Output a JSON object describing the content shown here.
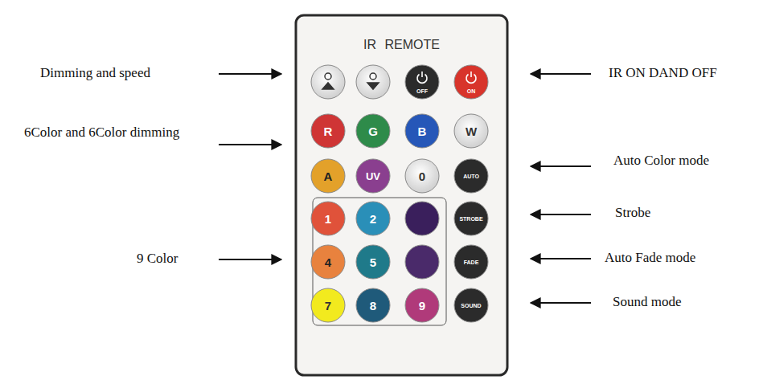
{
  "diagram": {
    "nodes": [
      {
        "text": [
          "IR REMOTE"
        ]
      },
      {
        "text": [
          "OFF"
        ],
        "in": 0
      },
      {
        "text": [
          "ON"
        ],
        "in": 0
      },
      {
        "text": [
          "R"
        ],
        "in": 0
      },
      {
        "text": [
          "G"
        ],
        "in": 0
      },
      {
        "text": [
          "B"
        ],
        "in": 0
      },
      {
        "text": [
          "W"
        ],
        "in": 0
      },
      {
        "text": [
          "A"
        ],
        "in": 0
      },
      {
        "text": [
          "UV"
        ],
        "in": 0
      },
      {
        "text": [
          "0"
        ],
        "in": 0
      },
      {
        "text": [
          "AUTO"
        ],
        "in": 0
      },
      {
        "text": [
          "1"
        ],
        "in": 0
      },
      {
        "text": [
          "2"
        ],
        "in": 0
      },
      {
        "text": [
          "STROBE"
        ],
        "in": 0
      },
      {
        "text": [
          "4"
        ],
        "in": 0
      },
      {
        "text": [
          "5"
        ],
        "in": 0
      },
      {
        "text": [
          "FADE"
        ],
        "in": 0
      },
      {
        "text": [
          "7"
        ],
        "in": 0
      },
      {
        "text": [
          "8"
        ],
        "in": 0
      },
      {
        "text": [
          "9"
        ],
        "in": 0
      },
      {
        "text": [
          "SOUND"
        ],
        "in": 0
      }
    ],
    "labels": [
      "Dimming and speed",
      "IR ON DAND OFF",
      "6Color and 6Color dimming",
      "Auto Color mode",
      "Strobe",
      "9 Color",
      "Auto Fade mode",
      "Sound mode"
    ]
  }
}
